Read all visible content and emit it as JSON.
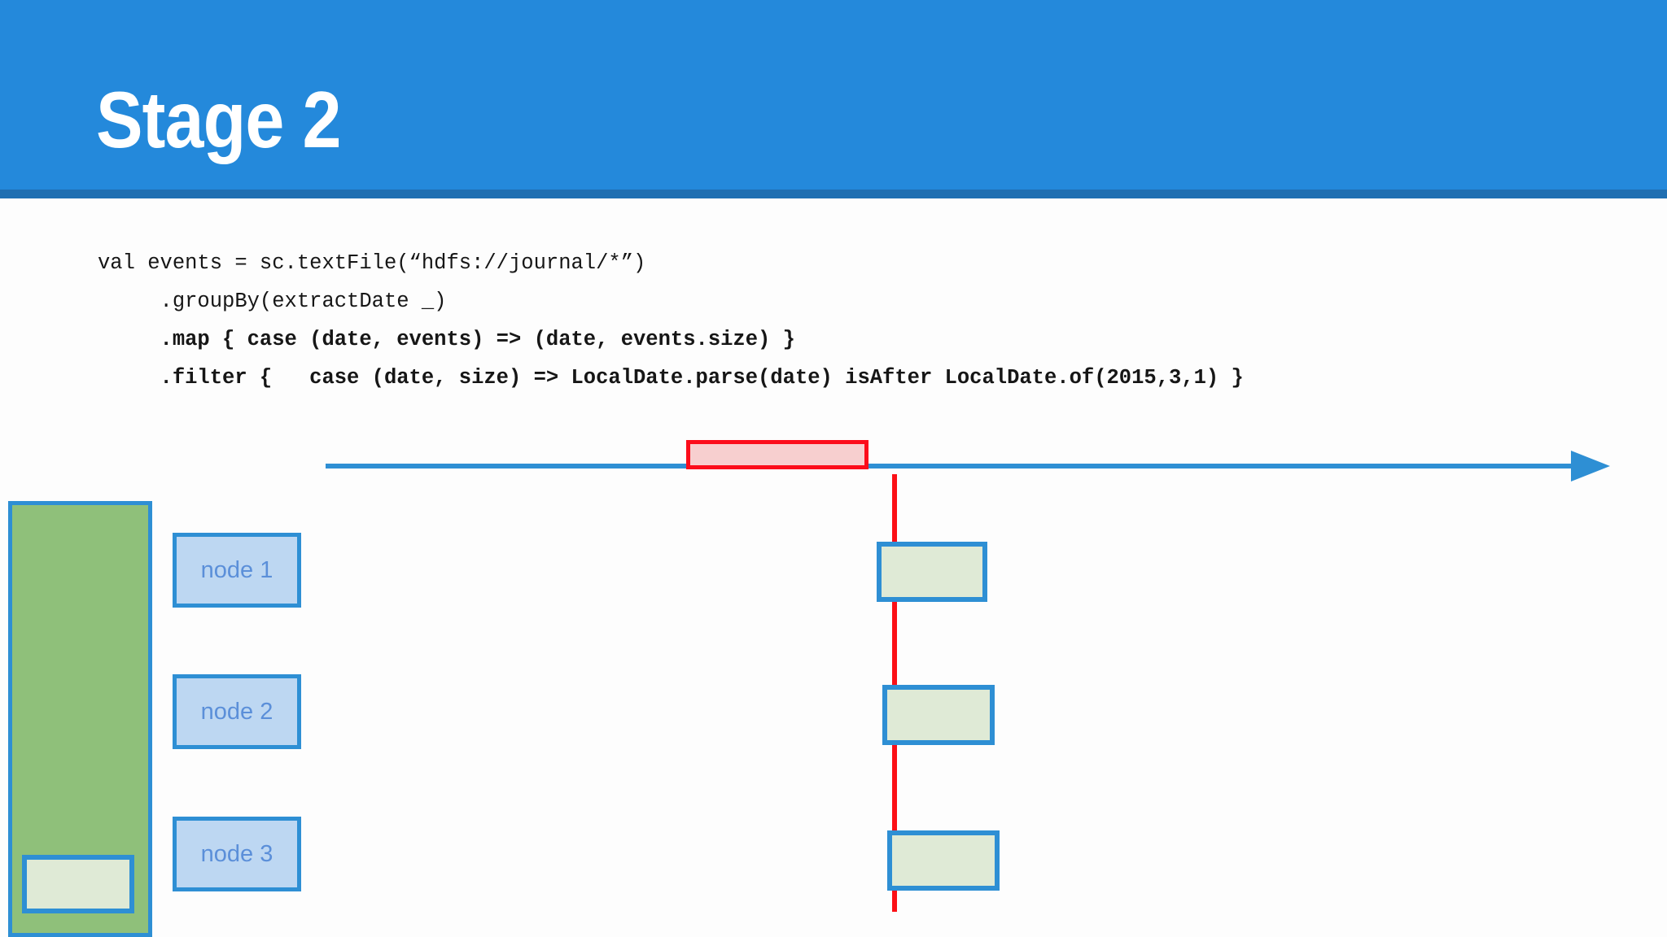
{
  "slide": {
    "title": "Stage 2",
    "header_color": "#2489db",
    "header_underline_color": "#1f6fb2",
    "background_color": "#ffffff"
  },
  "code": {
    "language": "scala",
    "lines": [
      {
        "text": "val events = sc.textFile(“hdfs://journal/*”)",
        "weight": "regular"
      },
      {
        "text": "     .groupBy(extractDate _)",
        "weight": "regular"
      },
      {
        "text": "     .map { case (date, events) => (date, events.size) }",
        "weight": "bold"
      },
      {
        "text": "     .filter {   case (date, size) => LocalDate.parse(date) isAfter LocalDate.of(2015,3,1) }",
        "weight": "bold"
      }
    ]
  },
  "diagram": {
    "timeline": {
      "label": "timeline-arrow",
      "color": "#2e8fd4",
      "direction": "right"
    },
    "highlight_window": {
      "label": "selected-date-range",
      "fill": "#f7cfcf",
      "border": "#fc0d1b"
    },
    "cutoff_line": {
      "label": "filter-cutoff-2015-3-1",
      "color": "#fc1016"
    },
    "aggregate_column": {
      "label": "aggregated-result-column",
      "fill": "#8fc07a",
      "border": "#2e8fd4"
    },
    "aggregate_result_box": {
      "label": "final-filtered-result",
      "fill": "#dfead6",
      "border": "#2e8fd4"
    },
    "nodes": [
      {
        "label": "node 1"
      },
      {
        "label": "node 2"
      },
      {
        "label": "node 3"
      }
    ],
    "partitions": [
      {
        "label": "node-1-partition-result",
        "fill": "#dfead6",
        "border": "#2e8fd4"
      },
      {
        "label": "node-2-partition-result",
        "fill": "#dfead6",
        "border": "#2e8fd4"
      },
      {
        "label": "node-3-partition-result",
        "fill": "#dfead6",
        "border": "#2e8fd4"
      }
    ]
  }
}
